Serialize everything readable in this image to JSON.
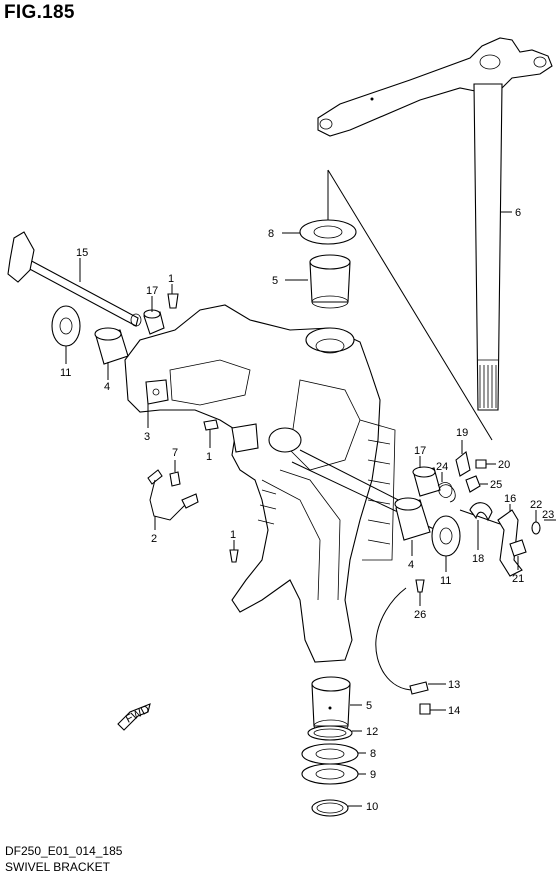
{
  "figure": {
    "title": "FIG.185",
    "code": "DF250_E01_014_185",
    "name": "SWIVEL BRACKET",
    "fwd_label": "FWD"
  },
  "callouts": [
    {
      "id": "c15",
      "label": "15"
    },
    {
      "id": "c1a",
      "label": "1"
    },
    {
      "id": "c17a",
      "label": "17"
    },
    {
      "id": "c11a",
      "label": "11"
    },
    {
      "id": "c4a",
      "label": "4"
    },
    {
      "id": "c3",
      "label": "3"
    },
    {
      "id": "c7",
      "label": "7"
    },
    {
      "id": "c1b",
      "label": "1"
    },
    {
      "id": "c2",
      "label": "2"
    },
    {
      "id": "c1c",
      "label": "1"
    },
    {
      "id": "c8a",
      "label": "8"
    },
    {
      "id": "c5a",
      "label": "5"
    },
    {
      "id": "c6",
      "label": "6"
    },
    {
      "id": "c19",
      "label": "19"
    },
    {
      "id": "c20",
      "label": "20"
    },
    {
      "id": "c17b",
      "label": "17"
    },
    {
      "id": "c24",
      "label": "24"
    },
    {
      "id": "c25",
      "label": "25"
    },
    {
      "id": "c16",
      "label": "16"
    },
    {
      "id": "c22",
      "label": "22"
    },
    {
      "id": "c23",
      "label": "23"
    },
    {
      "id": "c18",
      "label": "18"
    },
    {
      "id": "c21",
      "label": "21"
    },
    {
      "id": "c4b",
      "label": "4"
    },
    {
      "id": "c11b",
      "label": "11"
    },
    {
      "id": "c26",
      "label": "26"
    },
    {
      "id": "c13",
      "label": "13"
    },
    {
      "id": "c14",
      "label": "14"
    },
    {
      "id": "c5b",
      "label": "5"
    },
    {
      "id": "c12",
      "label": "12"
    },
    {
      "id": "c8b",
      "label": "8"
    },
    {
      "id": "c9",
      "label": "9"
    },
    {
      "id": "c10",
      "label": "10"
    }
  ]
}
